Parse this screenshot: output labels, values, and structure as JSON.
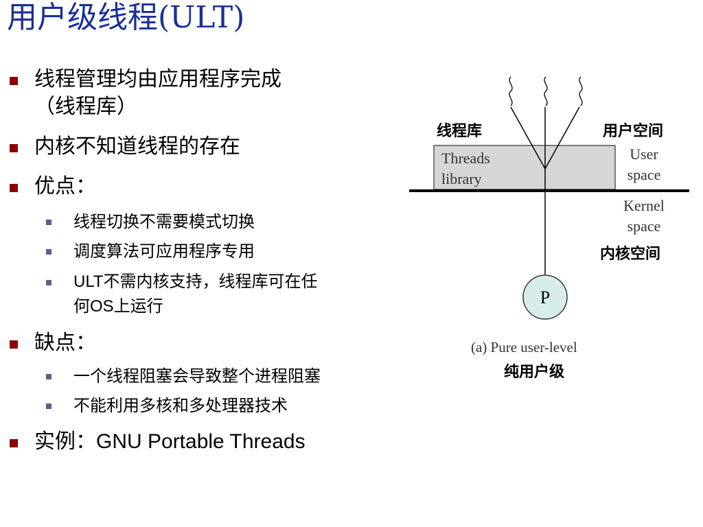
{
  "title": "用户级线程(ULT)",
  "bullets": {
    "item1_line1": "线程管理均由应用程序完成",
    "item1_line2": "（线程库）",
    "item2": "内核不知道线程的存在",
    "item3": "优点：",
    "adv1": "线程切换不需要模式切换",
    "adv2": "调度算法可应用程序专用",
    "adv3_line1": "ULT不需内核支持，线程库可在任",
    "adv3_line2": "何OS上运行",
    "item4": "缺点：",
    "dis1": "一个线程阻塞会导致整个进程阻塞",
    "dis2": "不能利用多核和多处理器技术",
    "item5": "实例：GNU Portable Threads"
  },
  "diagram": {
    "label_threads_lib_cn": "线程库",
    "label_user_space_cn": "用户空间",
    "box_line1": "Threads",
    "box_line2": "library",
    "user_space_line1": "User",
    "user_space_line2": "space",
    "kernel_space_line1": "Kernel",
    "kernel_space_line2": "space",
    "label_kernel_space_cn": "内核空间",
    "process_label": "P",
    "caption_en": "(a) Pure user-level",
    "caption_cn": "纯用户级"
  },
  "colors": {
    "title": "#1a2f9a",
    "bullet_l1": "#8b0000",
    "bullet_l2": "#5c5e8e",
    "library_box": "#d6d6d6",
    "process_circle": "#d9ecec"
  }
}
